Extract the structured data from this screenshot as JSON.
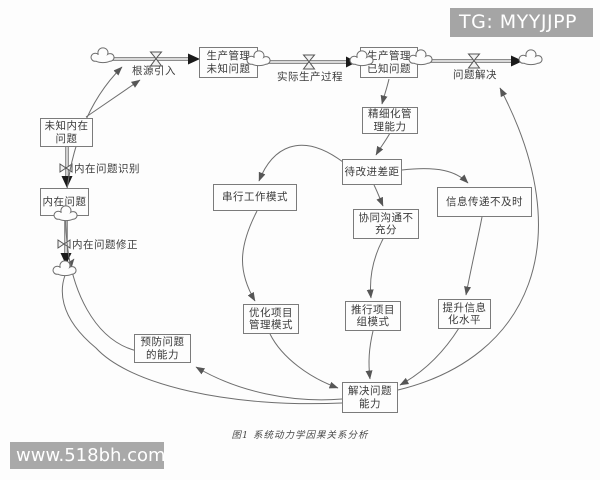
{
  "caption": "图1 系统动力学因果关系分析",
  "watermarks": {
    "telegram": "TG: MYYJJPP",
    "website": "www.518bh.com"
  },
  "colors": {
    "line": "#6b6b6b",
    "flow_arrow": "#1a1a1a",
    "box_border": "#7b7b7b",
    "text": "#3a3a3a",
    "watermark_bg": "#a5a5a5",
    "watermark_text": "#ffffff",
    "background": "#fdfdfd"
  },
  "stocks": {
    "prod_unknown": {
      "label": "生产管理\n未知问题"
    },
    "prod_known": {
      "label": "生产管理\n已知问题"
    },
    "unknown_internal": {
      "label": "未知内在\n问题"
    },
    "internal": {
      "label": "内在问题"
    }
  },
  "flows": {
    "root_intro": {
      "label": "根源引入"
    },
    "actual_process": {
      "label": "实际生产过程"
    },
    "problem_solve": {
      "label": "问题解决"
    },
    "identify": {
      "label": "内在问题识别"
    },
    "correct": {
      "label": "内在问题修正"
    }
  },
  "variables": {
    "fine_mgmt": {
      "label": "精细化管\n理能力"
    },
    "gap": {
      "label": "待改进差距"
    },
    "serial_mode": {
      "label": "串行工作模式"
    },
    "comm_insufficient": {
      "label": "协同沟通不\n充分"
    },
    "info_delay": {
      "label": "信息传递不及时"
    },
    "optimize_pm": {
      "label": "优化项目\n管理模式"
    },
    "project_team": {
      "label": "推行项目\n组模式"
    },
    "info_level": {
      "label": "提升信息\n化水平"
    },
    "solve_capability": {
      "label": "解决问题\n能力"
    },
    "prevent_capability": {
      "label": "预防问题\n的能力"
    }
  }
}
